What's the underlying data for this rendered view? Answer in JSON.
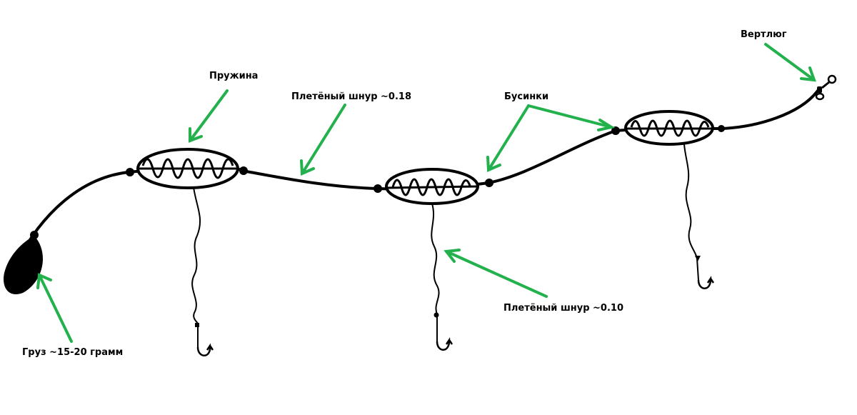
{
  "labels": {
    "sinker": "Груз ~15-20 грамм",
    "spring": "Пружина",
    "main_line": "Плетёный шнур ~0.18",
    "beads": "Бусинки",
    "swivel": "Вертлюг",
    "leader_line": "Плетёный шнур ~0.10"
  },
  "colors": {
    "line": "#000000",
    "arrow": "#22b14c",
    "background": "#ffffff"
  }
}
